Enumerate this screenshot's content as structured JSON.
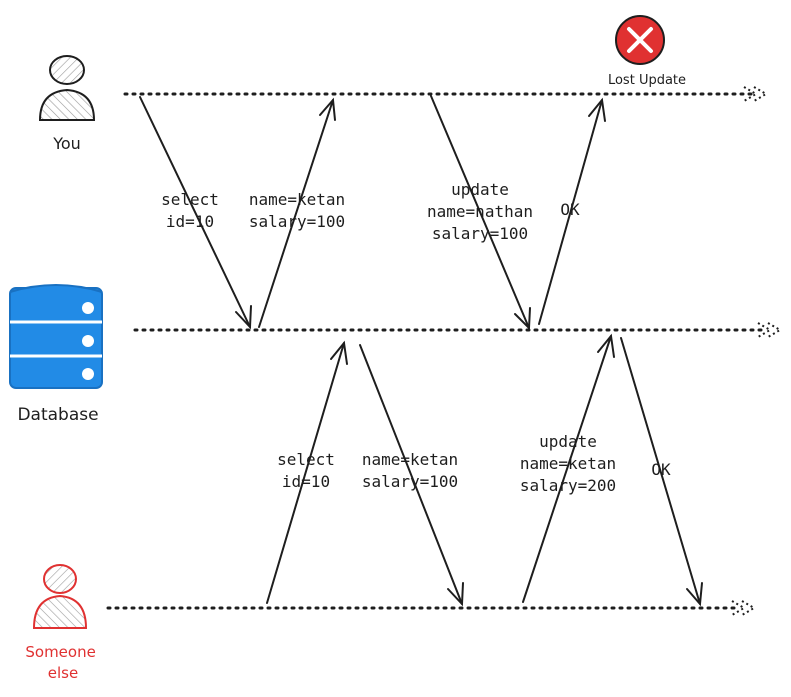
{
  "actors": {
    "you": "You",
    "database": "Database",
    "someone_else": "Someone\nelse"
  },
  "status": {
    "lost_update": "Lost Update"
  },
  "messages": {
    "you_select": "select\nid=10",
    "db_to_you_result": "name=ketan\nsalary=100",
    "you_update": "update\nname=nathan\nsalary=100",
    "db_to_you_ok": "OK",
    "other_select": "select\nid=10",
    "db_to_other_result": "name=ketan\nsalary=100",
    "other_update": "update\nname=ketan\nsalary=200",
    "db_to_other_ok": "OK"
  },
  "colors": {
    "ink": "#1e1e1e",
    "database_blue": "#1971c2",
    "database_fill": "#228be6",
    "someone_red": "#e03131",
    "error_fill": "#e03131",
    "person_fill": "#dcdcdc"
  }
}
